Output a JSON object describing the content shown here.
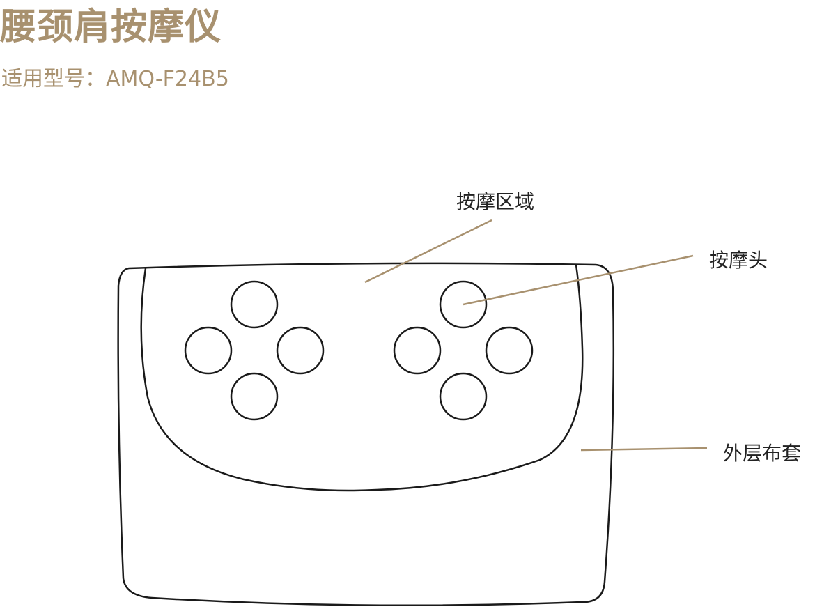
{
  "title": "腰颈肩按摩仪",
  "model": "适用型号：AMQ-F24B5",
  "labels": {
    "massage_area": "按摩区域",
    "massage_head": "按摩头",
    "outer_cover": "外层布套"
  },
  "colors": {
    "accent": "#a8916f",
    "outline": "#1a1a1a"
  }
}
